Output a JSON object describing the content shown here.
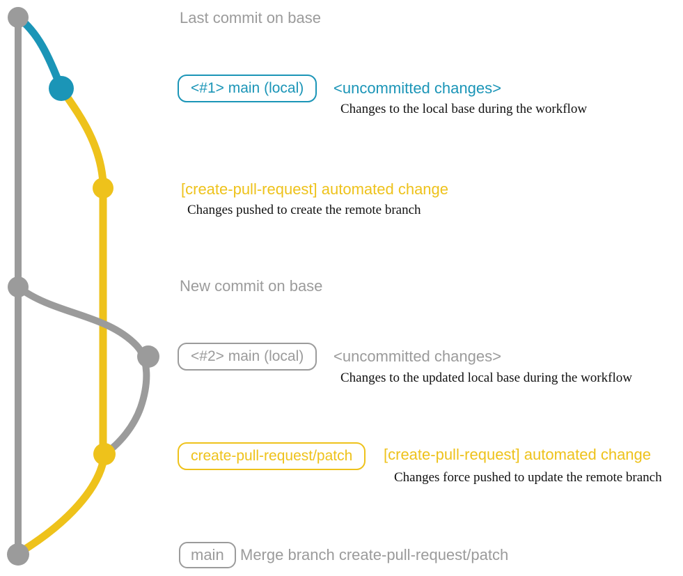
{
  "colors": {
    "base": "#9b9b9b",
    "local": "#1b95b7",
    "patch": "#eec21b",
    "caption": "#111111"
  },
  "graph": {
    "branches": [
      {
        "name": "base",
        "color": "#9b9b9b"
      },
      {
        "name": "main (local)",
        "color": "#1b95b7"
      },
      {
        "name": "create-pull-request/patch",
        "color": "#eec21b"
      }
    ],
    "commit_count": 7
  },
  "rows": {
    "r1": {
      "title": "Last commit on base"
    },
    "r2": {
      "badge": "<#1> main (local)",
      "tag": "<uncommitted changes>",
      "caption": "Changes to the local base during the workflow"
    },
    "r3": {
      "title": "[create-pull-request] automated change",
      "caption": "Changes pushed to create the remote branch"
    },
    "r4": {
      "title": "New commit on base"
    },
    "r5": {
      "badge": "<#2> main (local)",
      "tag": "<uncommitted changes>",
      "caption": "Changes to the updated local base during the workflow"
    },
    "r6": {
      "badge": "create-pull-request/patch",
      "title": "[create-pull-request] automated change",
      "caption": "Changes force pushed to update the remote branch"
    },
    "r7": {
      "badge": "main",
      "title": "Merge branch create-pull-request/patch"
    }
  }
}
